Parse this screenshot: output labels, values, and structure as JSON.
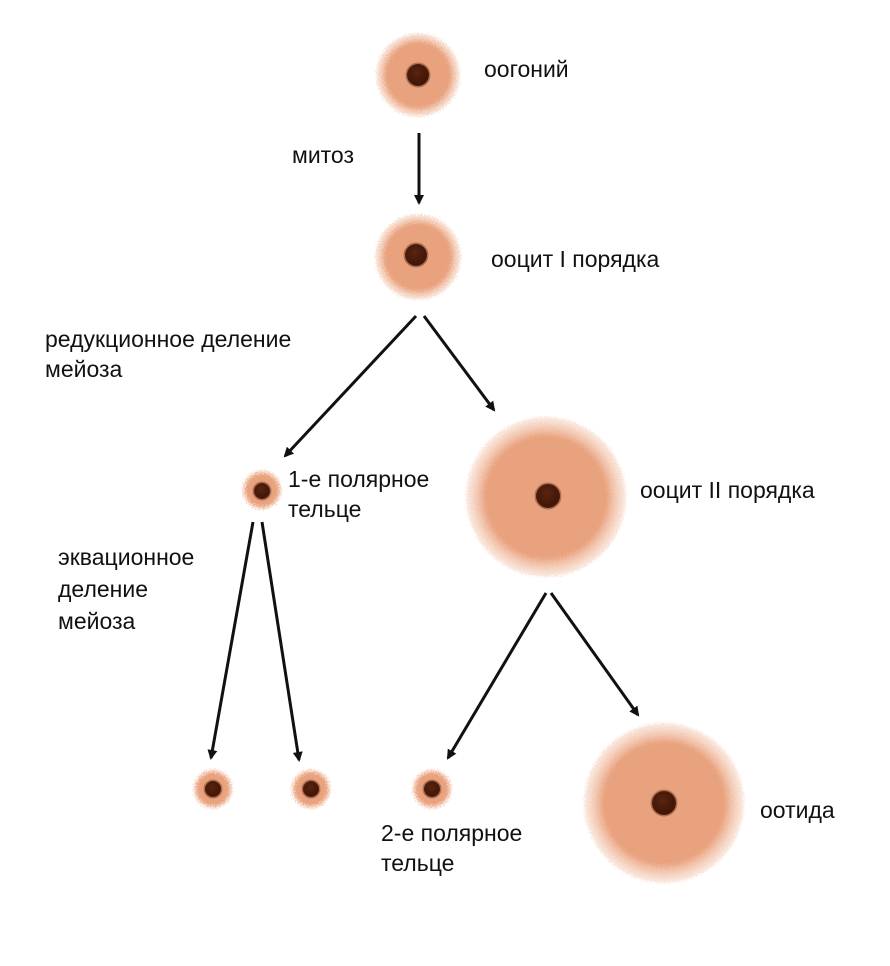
{
  "colors": {
    "cell_fill": "#e9a27e",
    "cell_edge": "#f3c4aa",
    "nucleus": "#5a2410",
    "nucleus_core": "#3b1406",
    "arrow": "#111111"
  },
  "cells": [
    {
      "id": "oogonium",
      "label": "оогоний"
    },
    {
      "id": "oocyte-1",
      "label": "ооцит I порядка"
    },
    {
      "id": "polar-body-1",
      "label": "1-е полярное\nтельце"
    },
    {
      "id": "oocyte-2",
      "label": "ооцит II порядка"
    },
    {
      "id": "polar-body-1a",
      "label": ""
    },
    {
      "id": "polar-body-1b",
      "label": ""
    },
    {
      "id": "polar-body-2",
      "label": "2-е полярное\nтельце"
    },
    {
      "id": "ootid",
      "label": "оотида"
    }
  ],
  "processes": {
    "mitosis": "митоз",
    "reduction_division": "редукционное деление\nмейоза",
    "equational_division": "эквационное\nделение\nмейоза"
  },
  "edges": [
    {
      "from": "oogonium",
      "to": "oocyte-1",
      "process": "mitosis"
    },
    {
      "from": "oocyte-1",
      "to": "polar-body-1",
      "process": "reduction_division"
    },
    {
      "from": "oocyte-1",
      "to": "oocyte-2",
      "process": "reduction_division"
    },
    {
      "from": "polar-body-1",
      "to": "polar-body-1a",
      "process": "equational_division"
    },
    {
      "from": "polar-body-1",
      "to": "polar-body-1b",
      "process": "equational_division"
    },
    {
      "from": "oocyte-2",
      "to": "polar-body-2",
      "process": ""
    },
    {
      "from": "oocyte-2",
      "to": "ootid",
      "process": ""
    }
  ]
}
